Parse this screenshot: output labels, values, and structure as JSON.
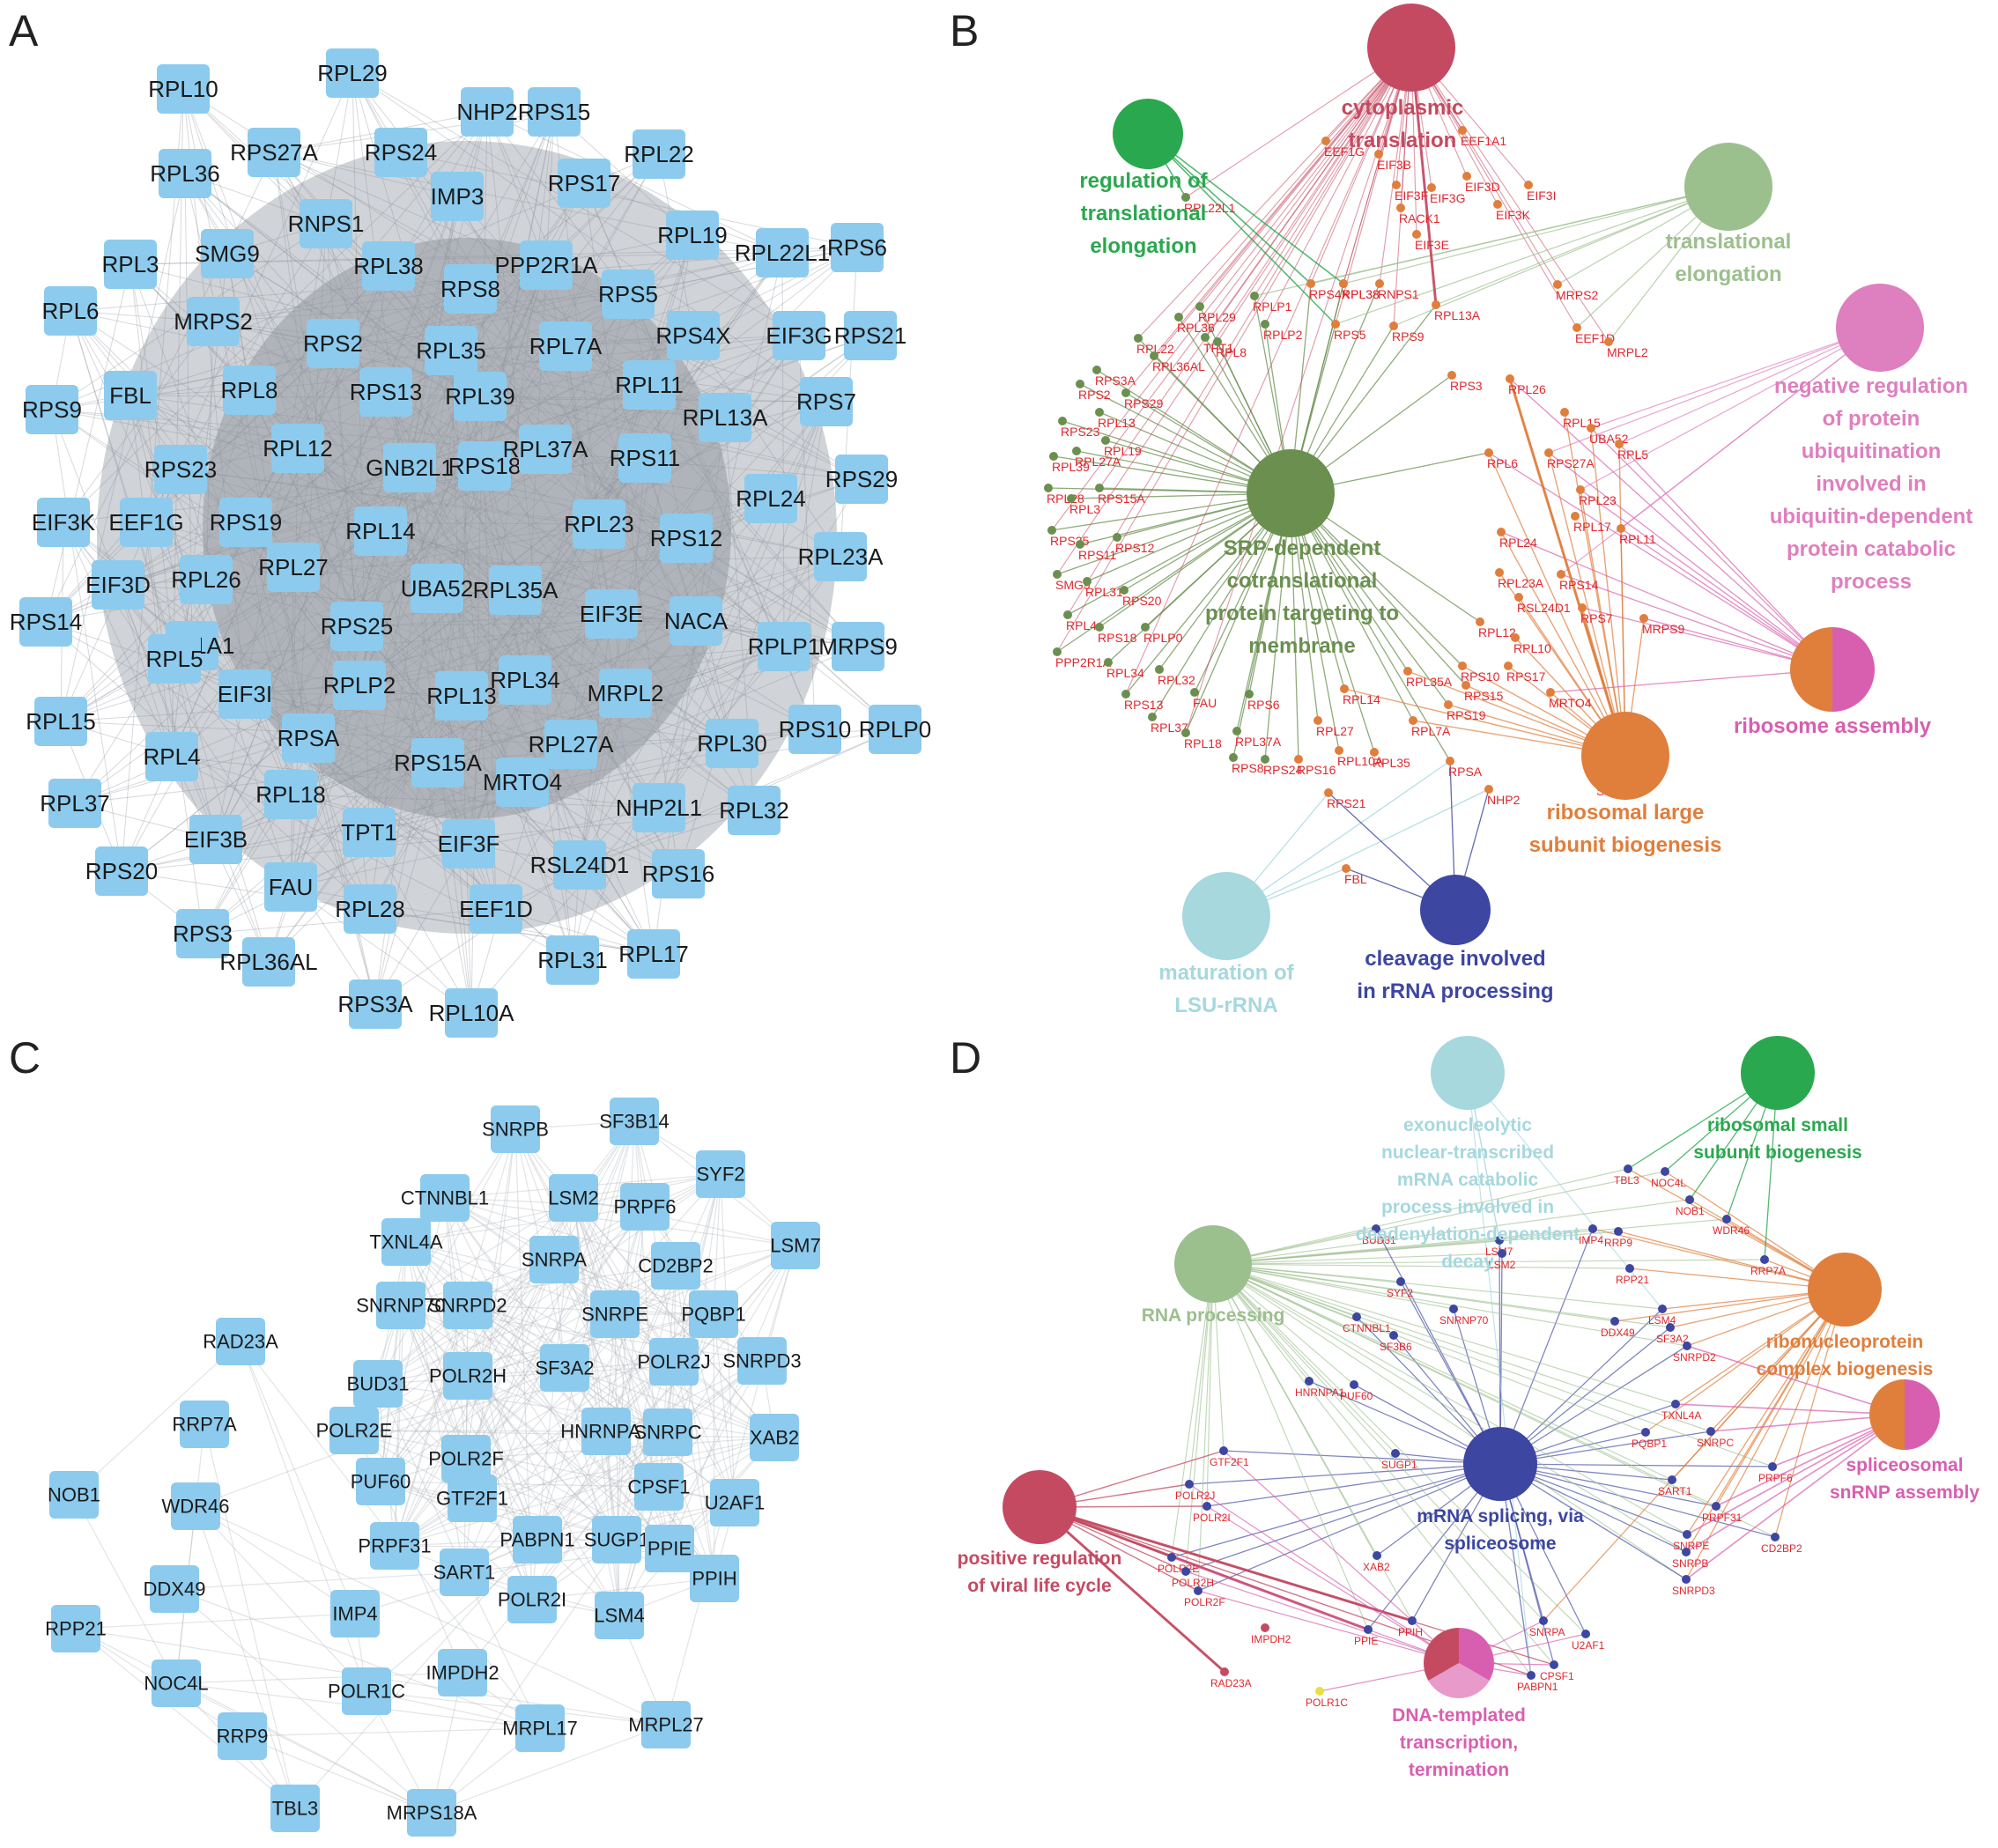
{
  "panels": [
    {
      "id": "A",
      "letter": "A"
    },
    {
      "id": "B",
      "letter": "B"
    },
    {
      "id": "C",
      "letter": "C"
    },
    {
      "id": "D",
      "letter": "D"
    }
  ],
  "colors": {
    "node_fill": "#8ccbee",
    "gene_label": "#e0282e",
    "edge_gray": "#9aa2ab",
    "cytoplasmic_translation": "#c44a62",
    "regulation_translational_elongation": "#2aa84f",
    "translational_elongation": "#9cbf8e",
    "negative_regulation": "#de7fbf",
    "ribosome_assembly": "#d85fb0",
    "ribosomal_large_subunit": "#e07e3c",
    "maturation_lsu": "#a6d8de",
    "cleavage_rrna": "#3d46a0",
    "srp_dependent": "#6a8f4f",
    "exonucleolytic": "#a6d8de",
    "ribosomal_small_subunit": "#2aa84f",
    "rna_processing": "#9cbf8e",
    "rnp_biogenesis": "#e07e3c",
    "spliceosomal": "#d85fb0",
    "mrna_splicing": "#3d46a0",
    "viral_life_cycle": "#c44a62",
    "dna_templated": "#d85fb0"
  },
  "network_A": {
    "nodes": [
      "RPL10",
      "RPL29",
      "NHP2",
      "RPS15",
      "RPS27A",
      "RPS24",
      "RPL36",
      "IMP3",
      "RPS17",
      "RPL22",
      "RNPS1",
      "SMG9",
      "RPL3",
      "RPL38",
      "RPS8",
      "PPP2R1A",
      "RPL19",
      "RPL22L1",
      "RPS6",
      "RPL6",
      "MRPS2",
      "RPS5",
      "RPS2",
      "RPL35",
      "RPL7A",
      "RPS4X",
      "EIF3G",
      "RPS21",
      "RPS9",
      "FBL",
      "RPL8",
      "RPS13",
      "RPL39",
      "RPL11",
      "RPL13A",
      "RPS7",
      "RPL12",
      "GNB2L1",
      "RPS18",
      "RPL37A",
      "RPS11",
      "RPS23",
      "RPL24",
      "RPS29",
      "EIF3K",
      "EEF1G",
      "RPS19",
      "RPL14",
      "RPL23",
      "RPS12",
      "RPL23A",
      "EIF3D",
      "RPL26",
      "RPL27",
      "UBA52",
      "RPL35A",
      "EIF3E",
      "NACA",
      "RPS14",
      "EEF1A1",
      "RPL5",
      "RPS25",
      "RPLP1",
      "MRPS9",
      "EIF3I",
      "RPLP2",
      "RPL34",
      "RPL13",
      "MRPL2",
      "RPL15",
      "RPSA",
      "RPL27A",
      "RPL30",
      "RPS10",
      "RPLP0",
      "RPL4",
      "RPS15A",
      "MRTO4",
      "RPL18",
      "RPL37",
      "NHP2L1",
      "RPL32",
      "EIF3B",
      "TPT1",
      "EIF3F",
      "RSL24D1",
      "RPS20",
      "FAU",
      "RPS16",
      "RPL28",
      "EEF1D",
      "RPS3",
      "RPL36AL",
      "RPL31",
      "RPL17",
      "RPS3A",
      "RPL10A"
    ]
  },
  "network_B": {
    "terms": [
      {
        "key": "cytoplasmic_translation",
        "lines": [
          "cytoplasmic",
          "translation"
        ]
      },
      {
        "key": "regulation_translational_elongation",
        "lines": [
          "regulation of",
          "translational",
          "elongation"
        ]
      },
      {
        "key": "translational_elongation",
        "lines": [
          "translational",
          "elongation"
        ]
      },
      {
        "key": "negative_regulation",
        "lines": [
          "negative regulation",
          "of protein",
          "ubiquitination",
          "involved in",
          "ubiquitin-dependent",
          "protein catabolic",
          "process"
        ]
      },
      {
        "key": "srp_dependent",
        "lines": [
          "SRP-dependent",
          "cotranslational",
          "protein targeting to",
          "membrane"
        ]
      },
      {
        "key": "ribosome_assembly",
        "lines": [
          "ribosome assembly"
        ]
      },
      {
        "key": "ribosomal_large_subunit",
        "lines": [
          "ribosomal large",
          "subunit biogenesis"
        ]
      },
      {
        "key": "maturation_lsu",
        "lines": [
          "maturation of",
          "LSU-rRNA"
        ]
      },
      {
        "key": "cleavage_rrna",
        "lines": [
          "cleavage involved",
          "in rRNA processing"
        ]
      }
    ],
    "genes": [
      "EEF1G",
      "EIF3B",
      "EEF1A1",
      "EIF3F",
      "EIF3D",
      "EIF3I",
      "EIF3G",
      "EIF3K",
      "RACK1",
      "EIF3E",
      "RPL22L1",
      "MRPS2",
      "EEF1D",
      "MRPL2",
      "RPS4X",
      "RPL38",
      "RNPS1",
      "RPL13A",
      "RPLP1",
      "RPS5",
      "RPS9",
      "RPL29",
      "RPL36",
      "TPT1",
      "RPL8",
      "RPL22",
      "RPLP2",
      "RPL36AL",
      "RPS3A",
      "RPS2",
      "RPS29",
      "RPL13",
      "RPS23",
      "RPL19",
      "RPL27A",
      "RPL39",
      "RPS15A",
      "RPL28",
      "RPL3",
      "RPS25",
      "RPS11",
      "RPS12",
      "SMG9",
      "RPL31",
      "RPS20",
      "RPL4",
      "RPS18",
      "RPLP0",
      "PPP2R1A",
      "RPL34",
      "RPL32",
      "RPS13",
      "FAU",
      "RPL37",
      "RPL18",
      "RPS6",
      "RPL37A",
      "RPS8",
      "RPS24",
      "RPS16",
      "RPL14",
      "RPL27",
      "RPL10A",
      "RPL35",
      "RPL7A",
      "RPS19",
      "RPSA",
      "RPS21",
      "NHP2",
      "FBL",
      "RPS3",
      "RPL26",
      "RPL15",
      "UBA52",
      "RPL5",
      "RPL6",
      "RPS27A",
      "RPL23",
      "RPL17",
      "RPL11",
      "RPL38",
      "RPS14",
      "RPL24",
      "RPL23A",
      "RSL24D1",
      "RPS7",
      "RPL12",
      "RPL10",
      "MRPS9",
      "RPS10",
      "RPS17",
      "RPL35A",
      "RPS15",
      "MRTO4",
      "SNU13"
    ]
  },
  "network_C": {
    "nodes": [
      "SNRPB",
      "SF3B14",
      "CTNNBL1",
      "LSM2",
      "PRPF6",
      "SYF2",
      "TXNL4A",
      "LSM7",
      "SNRPA",
      "CD2BP2",
      "SNRNP70",
      "SNRPD2",
      "SNRPE",
      "PQBP1",
      "RAD23A",
      "SNRPD3",
      "BUD31",
      "POLR2H",
      "SF3A2",
      "POLR2J",
      "RRP7A",
      "POLR2E",
      "HNRNPA1",
      "SNRPC",
      "XAB2",
      "POLR2F",
      "NOB1",
      "PUF60",
      "GTF2F1",
      "CPSF1",
      "U2AF1",
      "WDR46",
      "PRPF31",
      "PABPN1",
      "SUGP1",
      "PPIE",
      "SART1",
      "PPIH",
      "DDX49",
      "IMP4",
      "POLR2I",
      "LSM4",
      "RPP21",
      "NOC4L",
      "POLR1C",
      "IMPDH2",
      "MRPL17",
      "MRPL27",
      "RRP9",
      "TBL3",
      "MRPS18A"
    ]
  },
  "network_D": {
    "terms": [
      {
        "key": "exonucleolytic",
        "lines": [
          "exonucleolytic",
          "nuclear-transcribed",
          "mRNA catabolic",
          "process involved in",
          "deadenylation-dependent",
          "decay"
        ]
      },
      {
        "key": "ribosomal_small_subunit",
        "lines": [
          "ribosomal small",
          "subunit biogenesis"
        ]
      },
      {
        "key": "rna_processing",
        "lines": [
          "RNA processing"
        ]
      },
      {
        "key": "rnp_biogenesis",
        "lines": [
          "ribonucleoprotein",
          "complex biogenesis"
        ]
      },
      {
        "key": "spliceosomal",
        "lines": [
          "spliceosomal",
          "snRNP assembly"
        ]
      },
      {
        "key": "mrna_splicing",
        "lines": [
          "mRNA splicing, via",
          "spliceosome"
        ]
      },
      {
        "key": "viral_life_cycle",
        "lines": [
          "positive regulation",
          "of viral life cycle"
        ]
      },
      {
        "key": "dna_templated",
        "lines": [
          "DNA-templated",
          "transcription,",
          "termination"
        ]
      }
    ],
    "genes": [
      "TBL3",
      "NOC4L",
      "NOB1",
      "WDR46",
      "RRP7A",
      "IMP4",
      "RRP9",
      "LSM7",
      "LSM2",
      "BUD31",
      "RPP21",
      "SYF2",
      "SNRNP70",
      "LSM4",
      "SF3A2",
      "CTNNBL1",
      "SF3B6",
      "DDX49",
      "SNRPD2",
      "HNRNPA1",
      "PUF60",
      "TXNL4A",
      "PQBP1",
      "SNRPC",
      "GTF2F1",
      "SUGP1",
      "SART1",
      "PRPF6",
      "PRPF31",
      "POLR2J",
      "POLR2I",
      "CD2BP2",
      "SNRPE",
      "SNRPB",
      "POLR2E",
      "POLR2H",
      "POLR2F",
      "XAB2",
      "SNRPD3",
      "PPIE",
      "PPIH",
      "SNRPA",
      "U2AF1",
      "IMPDH2",
      "CPSF1",
      "PABPN1",
      "RAD23A",
      "POLR1C"
    ]
  }
}
